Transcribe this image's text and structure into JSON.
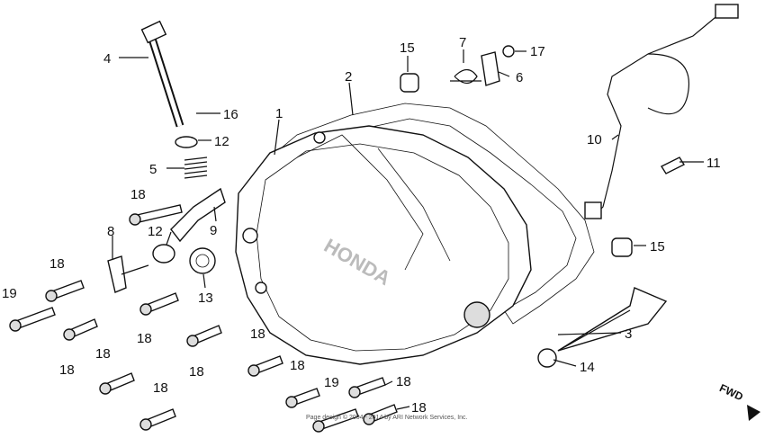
{
  "callouts": [
    {
      "id": "1",
      "text": "1"
    },
    {
      "id": "2",
      "text": "2"
    },
    {
      "id": "3",
      "text": "3"
    },
    {
      "id": "4",
      "text": "4"
    },
    {
      "id": "5",
      "text": "5"
    },
    {
      "id": "6",
      "text": "6"
    },
    {
      "id": "7",
      "text": "7"
    },
    {
      "id": "8",
      "text": "8"
    },
    {
      "id": "9",
      "text": "9"
    },
    {
      "id": "10",
      "text": "10"
    },
    {
      "id": "11",
      "text": "11"
    },
    {
      "id": "12a",
      "text": "12"
    },
    {
      "id": "12b",
      "text": "12"
    },
    {
      "id": "13",
      "text": "13"
    },
    {
      "id": "14",
      "text": "14"
    },
    {
      "id": "15a",
      "text": "15"
    },
    {
      "id": "15b",
      "text": "15"
    },
    {
      "id": "16",
      "text": "16"
    },
    {
      "id": "17",
      "text": "17"
    },
    {
      "id": "18a",
      "text": "18"
    },
    {
      "id": "18b",
      "text": "18"
    },
    {
      "id": "18c",
      "text": "18"
    },
    {
      "id": "18d",
      "text": "18"
    },
    {
      "id": "18e",
      "text": "18"
    },
    {
      "id": "18f",
      "text": "18"
    },
    {
      "id": "18g",
      "text": "18"
    },
    {
      "id": "18h",
      "text": "18"
    },
    {
      "id": "18i",
      "text": "18"
    },
    {
      "id": "18j",
      "text": "18"
    },
    {
      "id": "18k",
      "text": "18"
    },
    {
      "id": "19a",
      "text": "19"
    },
    {
      "id": "19b",
      "text": "19"
    }
  ],
  "direction_marker": "FWD",
  "copyright": "Page design © 2004 - 2014 by ARI Network Services, Inc.",
  "cover_embossing": "HONDA"
}
